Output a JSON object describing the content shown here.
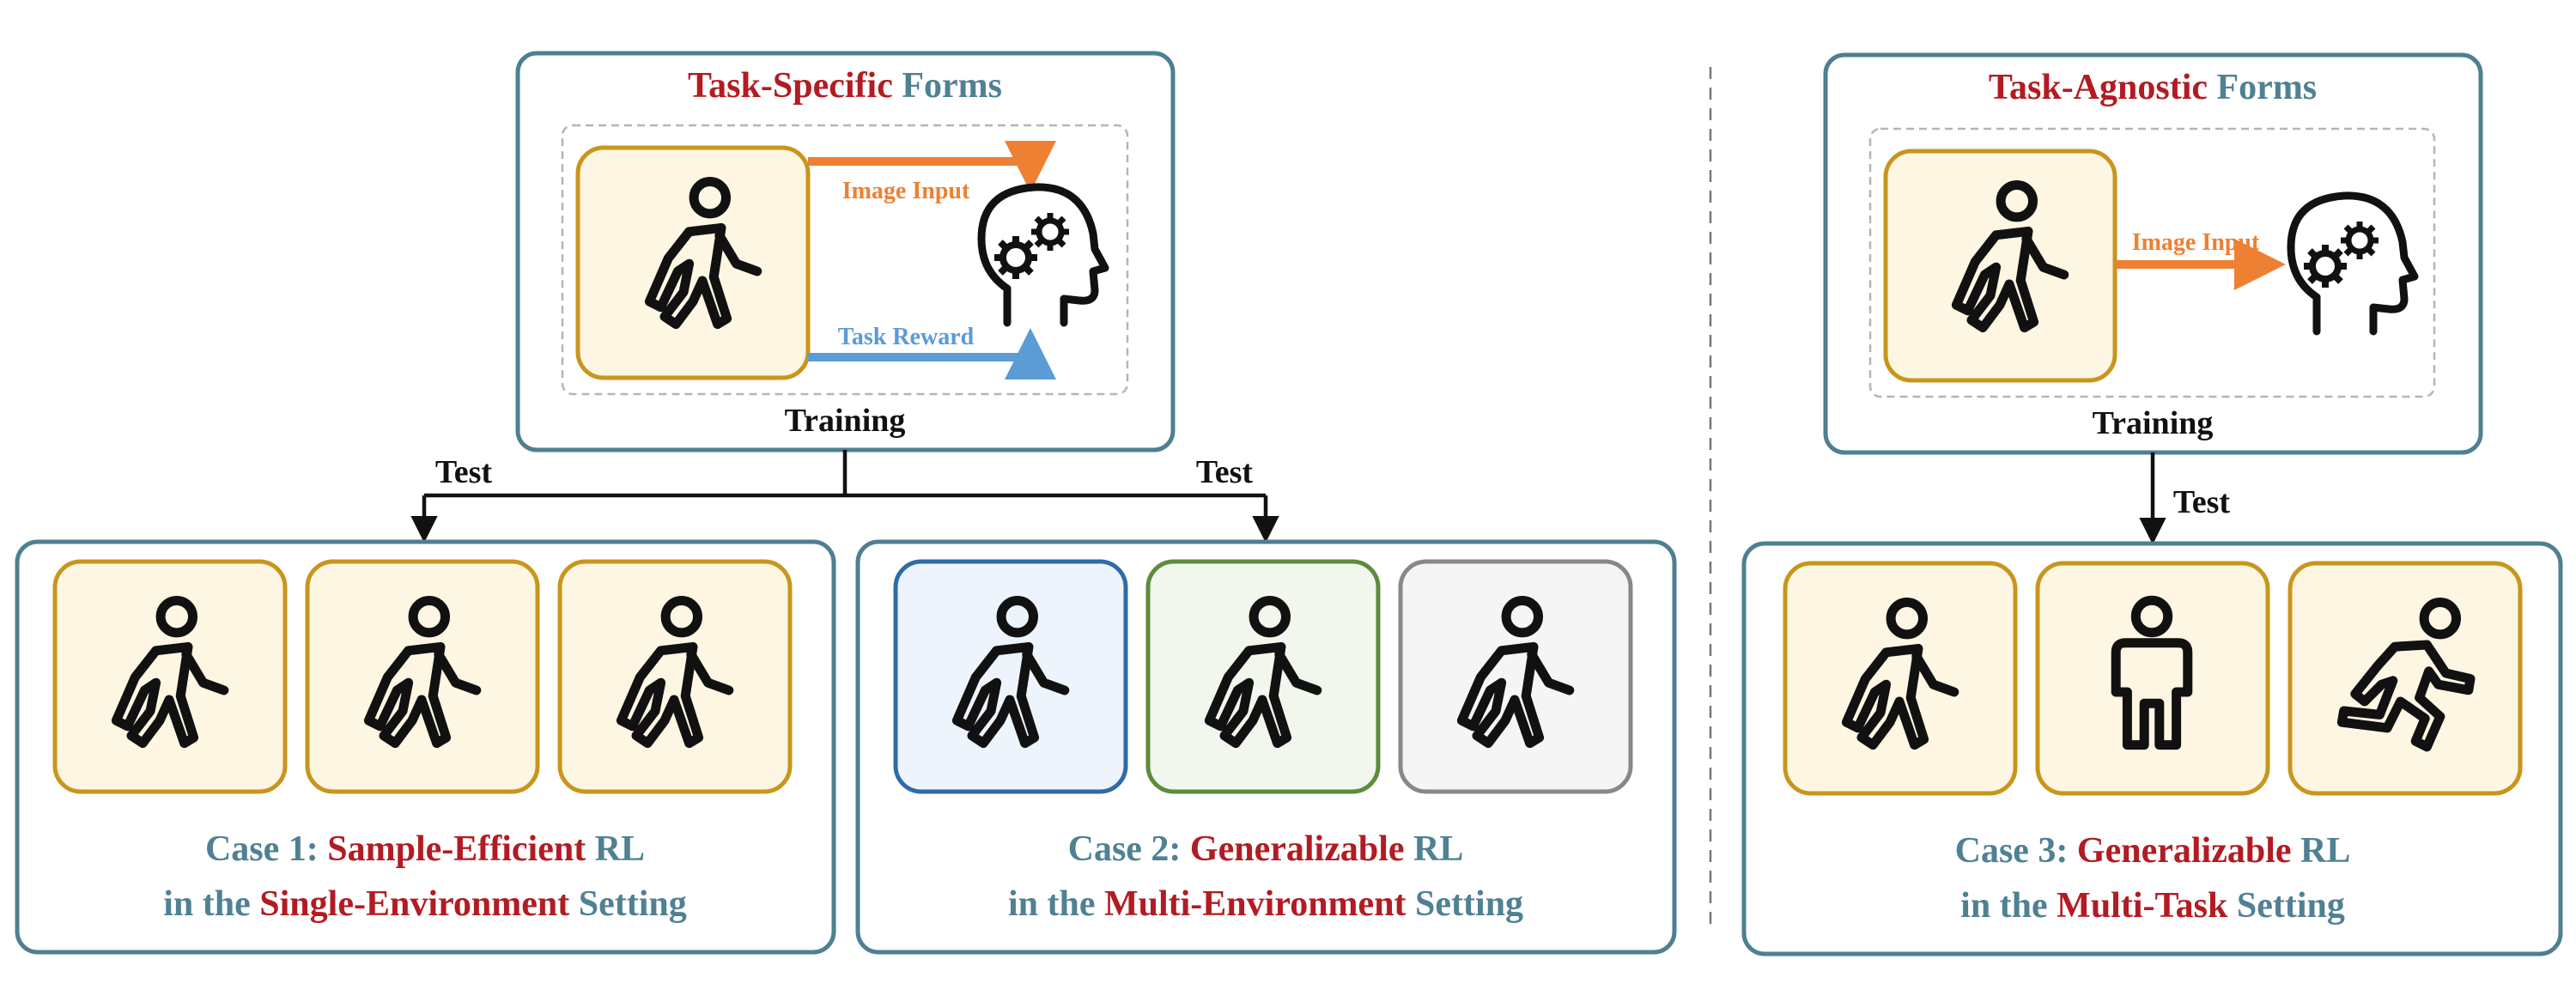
{
  "colors": {
    "frame": "#4e7f92",
    "teal_text": "#4f8193",
    "red_text": "#b31b22",
    "orange": "#ee8033",
    "blue_arrow": "#5b9bd6",
    "black": "#111111",
    "tile_yellow_border": "#c8961c",
    "tile_yellow_fill": "#fdf6e3",
    "tile_blue_border": "#2e6ca8",
    "tile_blue_fill": "#edf4fb",
    "tile_green_border": "#5c8c3c",
    "tile_green_fill": "#f1f7ec",
    "tile_gray_border": "#888888",
    "tile_gray_fill": "#f5f5f5"
  },
  "left_panel": {
    "title_highlight": "Task-Specific",
    "title_rest": " Forms",
    "image_input_label": "Image Input",
    "task_reward_label": "Task Reward",
    "training_label": "Training",
    "test_left_label": "Test",
    "test_right_label": "Test",
    "agent_icons": [
      "walking-person-icon",
      "head-with-gears-icon"
    ]
  },
  "right_panel": {
    "title_highlight": "Task-Agnostic",
    "title_rest": " Forms",
    "image_input_label": "Image Input",
    "training_label": "Training",
    "test_label": "Test",
    "agent_icons": [
      "walking-person-icon",
      "head-with-gears-icon"
    ]
  },
  "cases": [
    {
      "line1_prefix": "Case 1: ",
      "line1_highlight": "Sample-Efficient",
      "line1_suffix": " RL",
      "line2_prefix": "in the ",
      "line2_highlight": "Single-Environment",
      "line2_suffix": " Setting",
      "tiles": [
        {
          "icon": "walking-person-icon",
          "style": "yellow"
        },
        {
          "icon": "walking-person-icon",
          "style": "yellow"
        },
        {
          "icon": "walking-person-icon",
          "style": "yellow"
        }
      ]
    },
    {
      "line1_prefix": "Case 2: ",
      "line1_highlight": "Generalizable",
      "line1_suffix": " RL",
      "line2_prefix": "in the ",
      "line2_highlight": "Multi-Environment",
      "line2_suffix": " Setting",
      "tiles": [
        {
          "icon": "walking-person-icon",
          "style": "blue"
        },
        {
          "icon": "walking-person-icon",
          "style": "green"
        },
        {
          "icon": "walking-person-icon",
          "style": "gray"
        }
      ]
    },
    {
      "line1_prefix": "Case 3: ",
      "line1_highlight": "Generalizable",
      "line1_suffix": " RL",
      "line2_prefix": "in the ",
      "line2_highlight": "Multi-Task",
      "line2_suffix": " Setting",
      "tiles": [
        {
          "icon": "walking-person-icon",
          "style": "yellow"
        },
        {
          "icon": "standing-person-icon",
          "style": "yellow"
        },
        {
          "icon": "running-person-icon",
          "style": "yellow"
        }
      ]
    }
  ]
}
